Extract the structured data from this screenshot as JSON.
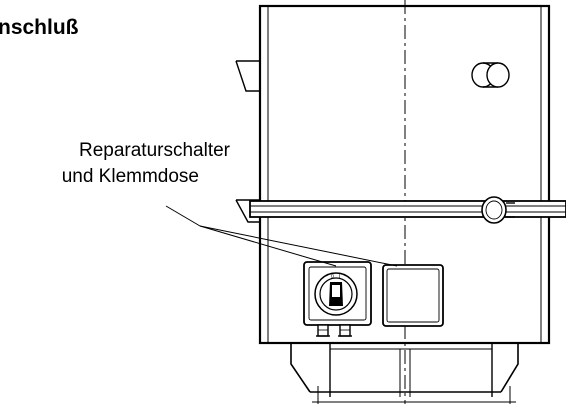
{
  "heading": "nschluß",
  "callout": {
    "line1": "Reparaturschalter",
    "line2": "und Klemmdose"
  }
}
